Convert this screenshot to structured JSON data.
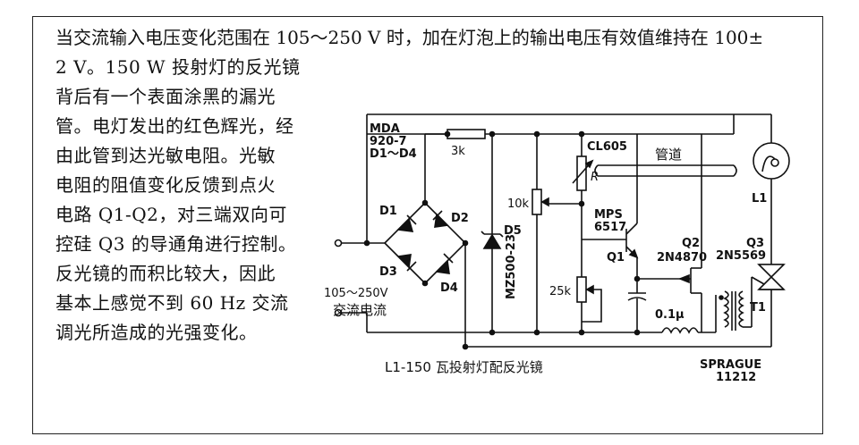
{
  "description": {
    "lines": [
      "当交流输入电压变化范围在 105～250 V 时，加在灯泡上的输出电压有效值维持在 100±",
      "2 V。150 W 投射灯的反光镜",
      "背后有一个表面涂黑的漏光",
      "管。电灯发出的红色辉光，经",
      "由此管到达光敏电阻。光敏",
      "电阻的阻值变化反馈到点火",
      "电路 Q1-Q2，对三端双向可",
      "控硅 Q3 的导通角进行控制。",
      "反光镜的而积比较大，因此",
      "基本上感觉不到 60 Hz 交流",
      "调光所造成的光强变化。"
    ]
  },
  "circuit": {
    "bridge_label_1": "MDA",
    "bridge_label_2": "920-7",
    "bridge_label_3": "D1～D4",
    "r_3k": "3k",
    "d1": "D1",
    "d2": "D2",
    "d3": "D3",
    "d4": "D4",
    "d5": "D5",
    "zener_part": "MZ500-23",
    "pot_10k": "10k",
    "pot_25k": "25k",
    "photo_part": "CL605",
    "photo_r": "R",
    "pipe_label": "管道",
    "q1_part_1": "MPS",
    "q1_part_2": "6517",
    "q1": "Q1",
    "q2": "Q2",
    "q2_part": "2N4870",
    "q3": "Q3",
    "q3_part": "2N5569",
    "cap": "0.1μ",
    "t1": "T1",
    "lamp": "L1",
    "input_1": "105～250V",
    "input_2": "交流电流",
    "caption": "L1-150 瓦投射灯配反光镜",
    "sprague_1": "SPRAGUE",
    "sprague_2": "11212"
  }
}
